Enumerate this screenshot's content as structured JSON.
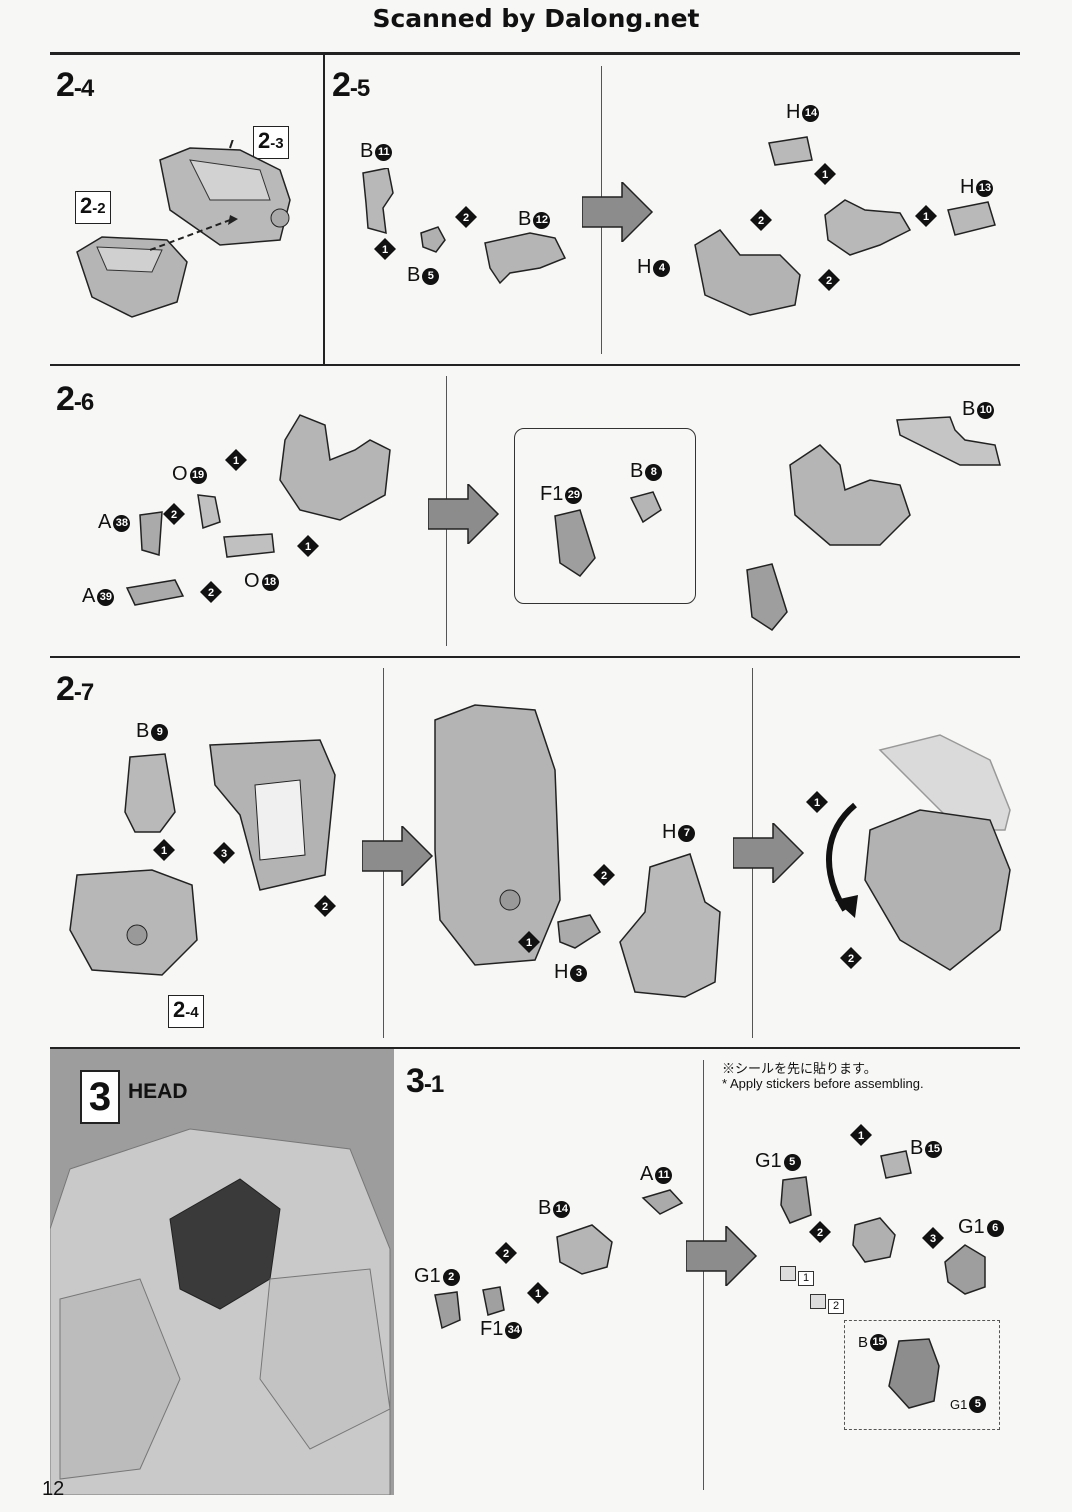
{
  "header": "Scanned by Dalong.net",
  "page_number": "12",
  "steps": {
    "s2_4": {
      "num": "2",
      "sub": "-4"
    },
    "s2_5": {
      "num": "2",
      "sub": "-5"
    },
    "s2_6": {
      "num": "2",
      "sub": "-6"
    },
    "s2_7": {
      "num": "2",
      "sub": "-7"
    },
    "s3_1": {
      "num": "3",
      "sub": "-1"
    }
  },
  "refs": {
    "r2_3": {
      "num": "2",
      "sub": "-3"
    },
    "r2_2": {
      "num": "2",
      "sub": "-2"
    },
    "r2_4": {
      "num": "2",
      "sub": "-4"
    }
  },
  "section3": {
    "number": "3",
    "title": "HEAD"
  },
  "note": {
    "jp": "※シールを先に貼ります。",
    "en": "* Apply stickers before assembling."
  },
  "parts": {
    "B11": {
      "letter": "B",
      "n": "11"
    },
    "B12": {
      "letter": "B",
      "n": "12"
    },
    "B5": {
      "letter": "B",
      "n": "5"
    },
    "H14": {
      "letter": "H",
      "n": "14"
    },
    "H13": {
      "letter": "H",
      "n": "13"
    },
    "H4": {
      "letter": "H",
      "n": "4"
    },
    "O19": {
      "letter": "O",
      "n": "19"
    },
    "A38": {
      "letter": "A",
      "n": "38"
    },
    "O18": {
      "letter": "O",
      "n": "18"
    },
    "A39": {
      "letter": "A",
      "n": "39"
    },
    "F1_29": {
      "letter": "F1",
      "n": "29"
    },
    "B8": {
      "letter": "B",
      "n": "8"
    },
    "B10": {
      "letter": "B",
      "n": "10"
    },
    "B9": {
      "letter": "B",
      "n": "9"
    },
    "H7": {
      "letter": "H",
      "n": "7"
    },
    "H3": {
      "letter": "H",
      "n": "3"
    },
    "A11": {
      "letter": "A",
      "n": "11"
    },
    "B14": {
      "letter": "B",
      "n": "14"
    },
    "G1_2": {
      "letter": "G1",
      "n": "2"
    },
    "F1_34": {
      "letter": "F1",
      "n": "34"
    },
    "B15": {
      "letter": "B",
      "n": "15"
    },
    "G1_5": {
      "letter": "G1",
      "n": "5"
    },
    "G1_6": {
      "letter": "G1",
      "n": "6"
    },
    "B15b": {
      "letter": "B",
      "n": "15"
    },
    "G1_5b": {
      "letter": "G1",
      "n": "5"
    }
  },
  "stickers": {
    "s1": "1",
    "s2": "2"
  },
  "order": {
    "one": "1",
    "two": "2",
    "three": "3"
  }
}
